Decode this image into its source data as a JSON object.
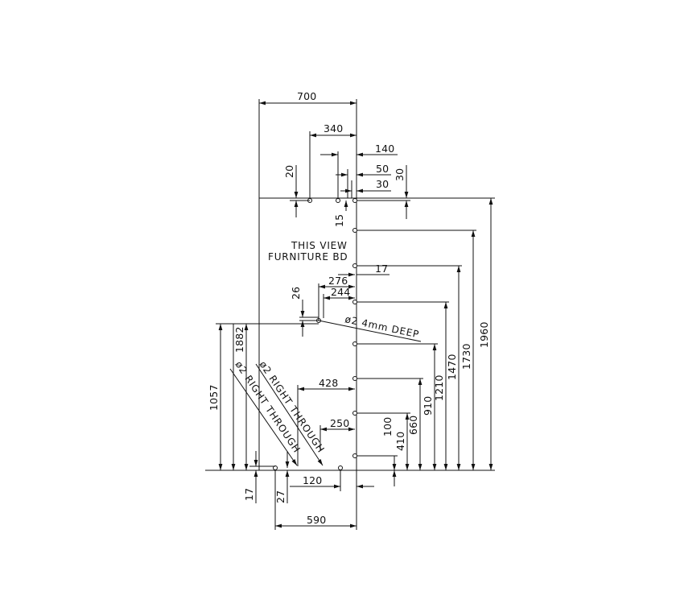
{
  "drawing": {
    "notes": {
      "this_view": "THIS VIEW",
      "furniture_bd": "FURNITURE BD"
    },
    "holes_note": {
      "drill_4mm": "ø2  4mm  DEEP",
      "right_through_1": "ø2  RIGHT THROUGH",
      "right_through_2": "ø2  RIGHT THROUGH"
    },
    "dimensions": {
      "top": [
        "700",
        "340",
        "140",
        "50",
        "30",
        "20",
        "30",
        "15"
      ],
      "inner_horizontal": [
        "17",
        "276",
        "244",
        "428",
        "250",
        "120",
        "590"
      ],
      "vertical_right": [
        "100",
        "410",
        "660",
        "910",
        "1210",
        "1470",
        "1730",
        "1960"
      ],
      "vertical_left": [
        "1057",
        "1882",
        "26",
        "17",
        "27"
      ]
    }
  }
}
